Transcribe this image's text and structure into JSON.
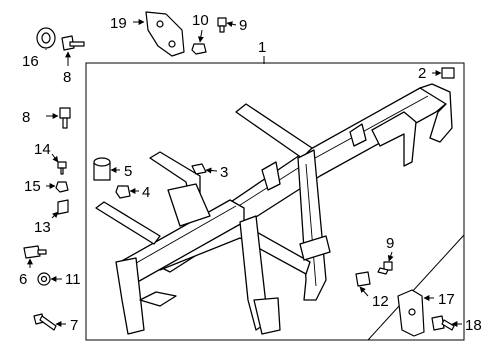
{
  "diagram": {
    "colors": {
      "line": "#000000",
      "background": "#ffffff"
    },
    "callouts": [
      {
        "id": "c1",
        "label": "1"
      },
      {
        "id": "c2",
        "label": "2"
      },
      {
        "id": "c3",
        "label": "3"
      },
      {
        "id": "c4",
        "label": "4"
      },
      {
        "id": "c5",
        "label": "5"
      },
      {
        "id": "c6",
        "label": "6"
      },
      {
        "id": "c7",
        "label": "7"
      },
      {
        "id": "c8a",
        "label": "8"
      },
      {
        "id": "c8b",
        "label": "8"
      },
      {
        "id": "c9a",
        "label": "9"
      },
      {
        "id": "c9b",
        "label": "9"
      },
      {
        "id": "c10",
        "label": "10"
      },
      {
        "id": "c11",
        "label": "11"
      },
      {
        "id": "c12",
        "label": "12"
      },
      {
        "id": "c13",
        "label": "13"
      },
      {
        "id": "c14",
        "label": "14"
      },
      {
        "id": "c15",
        "label": "15"
      },
      {
        "id": "c16",
        "label": "16"
      },
      {
        "id": "c17",
        "label": "17"
      },
      {
        "id": "c18",
        "label": "18"
      },
      {
        "id": "c19",
        "label": "19"
      }
    ]
  }
}
